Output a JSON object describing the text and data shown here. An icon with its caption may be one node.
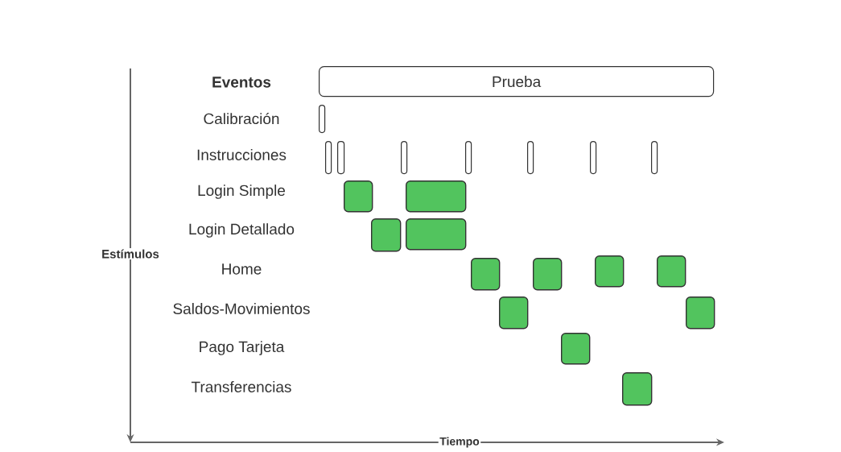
{
  "diagram": {
    "nodes": [
      {
        "text": [
          "Prueba"
        ]
      },
      {
        "text": [],
        "shape": "box"
      },
      {
        "text": [],
        "shape": "box"
      },
      {
        "text": [],
        "shape": "box"
      },
      {
        "text": [],
        "shape": "box"
      },
      {
        "text": [],
        "shape": "box"
      },
      {
        "text": [],
        "shape": "box"
      },
      {
        "text": [],
        "shape": "box"
      },
      {
        "text": [],
        "shape": "box"
      },
      {
        "text": [],
        "shape": "box"
      },
      {
        "text": [],
        "shape": "box"
      },
      {
        "text": [],
        "shape": "box"
      },
      {
        "text": [],
        "shape": "box"
      },
      {
        "text": [],
        "shape": "box"
      },
      {
        "text": [],
        "shape": "box"
      },
      {
        "text": [],
        "shape": "box"
      },
      {
        "text": [],
        "shape": "box"
      },
      {
        "text": [],
        "shape": "box"
      },
      {
        "text": [],
        "shape": "box"
      },
      {
        "text": [],
        "shape": "box"
      },
      {
        "text": [],
        "shape": "box"
      }
    ],
    "labels": [
      "Eventos",
      "Calibración",
      "Instrucciones",
      "Login Simple",
      "Login Detallado",
      "Estímulos",
      "Home",
      "Saldos-Movimientos",
      "Pago Tarjeta",
      "Transferencias",
      "Tiempo"
    ]
  }
}
